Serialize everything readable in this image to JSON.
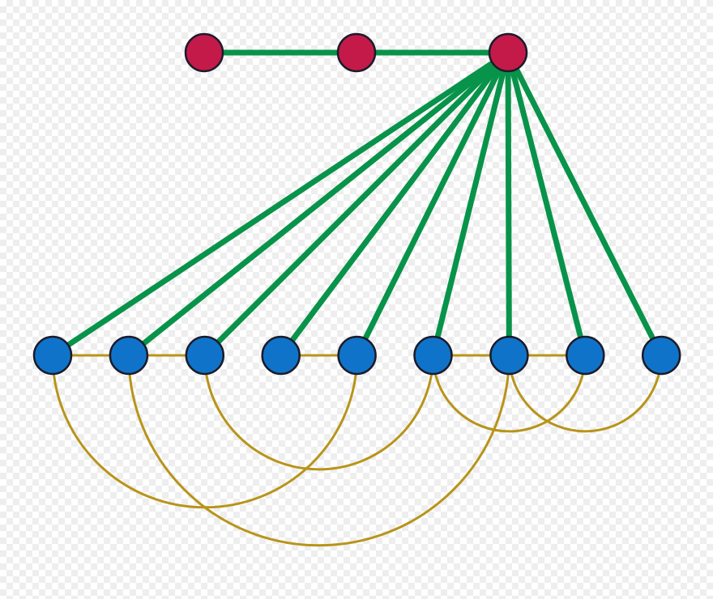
{
  "graph": {
    "colors": {
      "top_node_fill": "#c41a4a",
      "bottom_node_fill": "#0f74c9",
      "node_stroke": "#1b1b2a",
      "spoke_edge": "#08934a",
      "arc_edge": "#b8941a"
    },
    "top_nodes": [
      {
        "id": "t1"
      },
      {
        "id": "t2"
      },
      {
        "id": "t3"
      }
    ],
    "bottom_nodes": [
      {
        "id": "b1"
      },
      {
        "id": "b2"
      },
      {
        "id": "b3"
      },
      {
        "id": "b4"
      },
      {
        "id": "b5"
      },
      {
        "id": "b6"
      },
      {
        "id": "b7"
      },
      {
        "id": "b8"
      },
      {
        "id": "b9"
      }
    ],
    "top_edges": [
      {
        "from": "t1",
        "to": "t2"
      },
      {
        "from": "t2",
        "to": "t3"
      }
    ],
    "spoke_edges": [
      {
        "from": "t3",
        "to": "b1"
      },
      {
        "from": "t3",
        "to": "b2"
      },
      {
        "from": "t3",
        "to": "b3"
      },
      {
        "from": "t3",
        "to": "b4"
      },
      {
        "from": "t3",
        "to": "b5"
      },
      {
        "from": "t3",
        "to": "b6"
      },
      {
        "from": "t3",
        "to": "b7"
      },
      {
        "from": "t3",
        "to": "b8"
      },
      {
        "from": "t3",
        "to": "b9"
      }
    ],
    "chain_edges": [
      {
        "from": "b1",
        "to": "b2"
      },
      {
        "from": "b2",
        "to": "b3"
      },
      {
        "from": "b4",
        "to": "b5"
      },
      {
        "from": "b6",
        "to": "b7"
      },
      {
        "from": "b7",
        "to": "b8"
      }
    ],
    "arc_edges": [
      {
        "from": "b1",
        "to": "b5"
      },
      {
        "from": "b2",
        "to": "b7"
      },
      {
        "from": "b3",
        "to": "b6"
      },
      {
        "from": "b6",
        "to": "b8"
      },
      {
        "from": "b7",
        "to": "b9"
      }
    ]
  }
}
